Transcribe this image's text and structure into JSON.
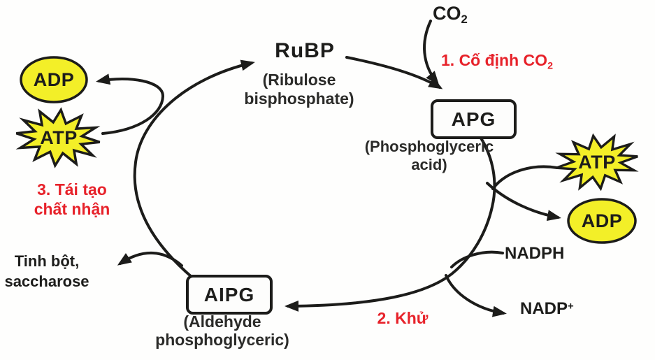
{
  "labels": {
    "co2": {
      "base": "CO",
      "sub": "2"
    },
    "rubp": "RuBP",
    "rubp_desc1": "(Ribulose",
    "rubp_desc2": "bisphosphate)",
    "apg": "APG",
    "apg_desc1": "(Phosphoglyceric",
    "apg_desc2": "acid)",
    "aipg": "AIPG",
    "aipg_desc1": "(Aldehyde",
    "aipg_desc2": "phosphoglyceric)",
    "nadph": "NADPH",
    "nadp": {
      "base": "NADP",
      "sup": "+"
    },
    "atp": "ATP",
    "adp": "ADP",
    "starch1": "Tinh bột,",
    "starch2": "saccharose"
  },
  "steps": {
    "step1": {
      "base": "1. Cố định CO",
      "sub": "2"
    },
    "step2": "2. Khử",
    "step3_line1": "3. Tái tạo",
    "step3_line2": "chất nhận"
  },
  "colors": {
    "step_red": "#e7222a",
    "energy_yellow": "#f3ef28",
    "line_black": "#1c1c1a",
    "background": "#fefefd"
  }
}
